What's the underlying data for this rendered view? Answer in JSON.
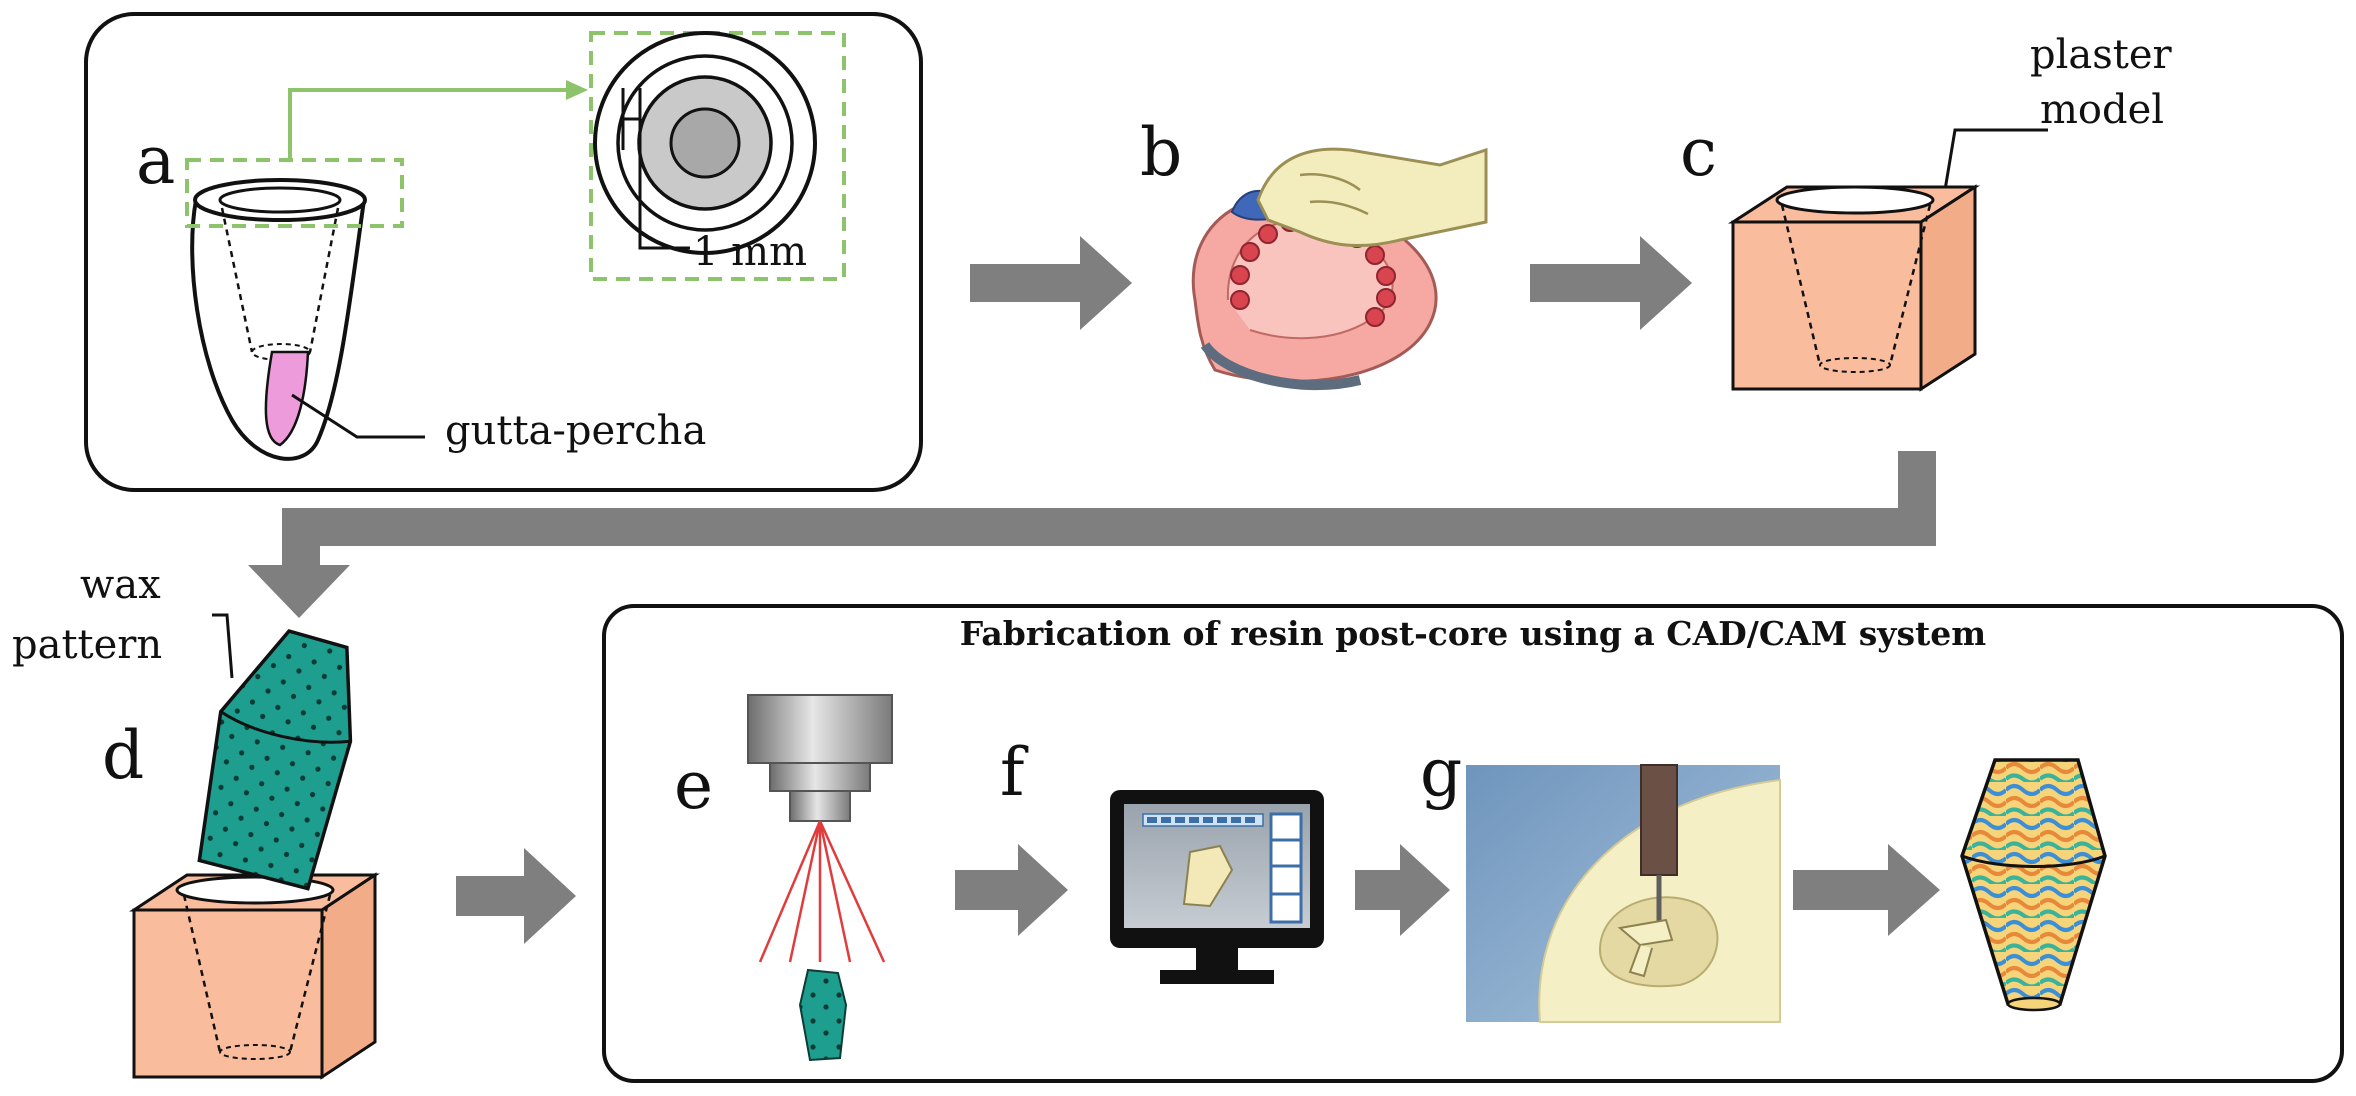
{
  "diagram": {
    "title": "Fabrication of resin post-core using a CAD/CAM system",
    "step_labels": {
      "a": "a",
      "b": "b",
      "c": "c",
      "d": "d",
      "e": "e",
      "f": "f",
      "g": "g"
    },
    "annotations": {
      "gutta_percha": "gutta-percha",
      "thickness": "1 mm",
      "plaster_model_line1": "plaster",
      "plaster_model_line2": "model",
      "wax_pattern_line1": "wax",
      "wax_pattern_line2": "pattern"
    },
    "colors": {
      "arrow": "#7f7f7f",
      "green_dashed": "#8cc36b",
      "plaster": "#f9bc9c",
      "wax": "#1d9e8f",
      "gutta_percha": "#ee9bdc",
      "resin": "#f2e8b8"
    }
  }
}
